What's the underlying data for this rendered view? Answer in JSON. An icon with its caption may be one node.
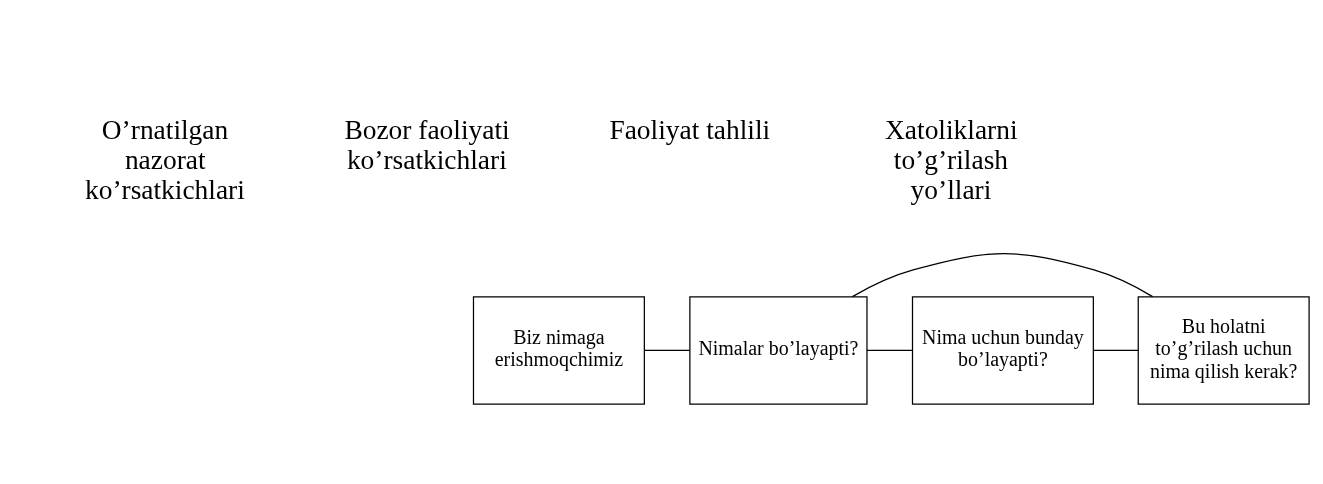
{
  "diagram": {
    "nodes": [
      {
        "text": [
          "Biz nimaga erishmoqchimiz"
        ]
      },
      {
        "text": [
          "Nimalar bo’layapti?"
        ]
      },
      {
        "text": [
          "Nima uchun bunday bo’layapti?"
        ]
      },
      {
        "text": [
          "Bu holatni to’g’rilash uchun nima qilish kerak?"
        ]
      }
    ],
    "edges": [
      {
        "from": 0,
        "to": 1,
        "arrow": "none"
      },
      {
        "from": 1,
        "to": 2,
        "arrow": "none"
      },
      {
        "from": 2,
        "to": 3,
        "arrow": "none"
      },
      {
        "from": 1,
        "to": 3,
        "arrow": "none"
      }
    ],
    "labels": [
      "O’rnatilgan nazorat ko’rsatkichlari",
      "Bozor faoliyati ko’rsatkichlari",
      "Faoliyat tahlili",
      "Xatoliklarni to’g’rilash yo’llari"
    ]
  }
}
